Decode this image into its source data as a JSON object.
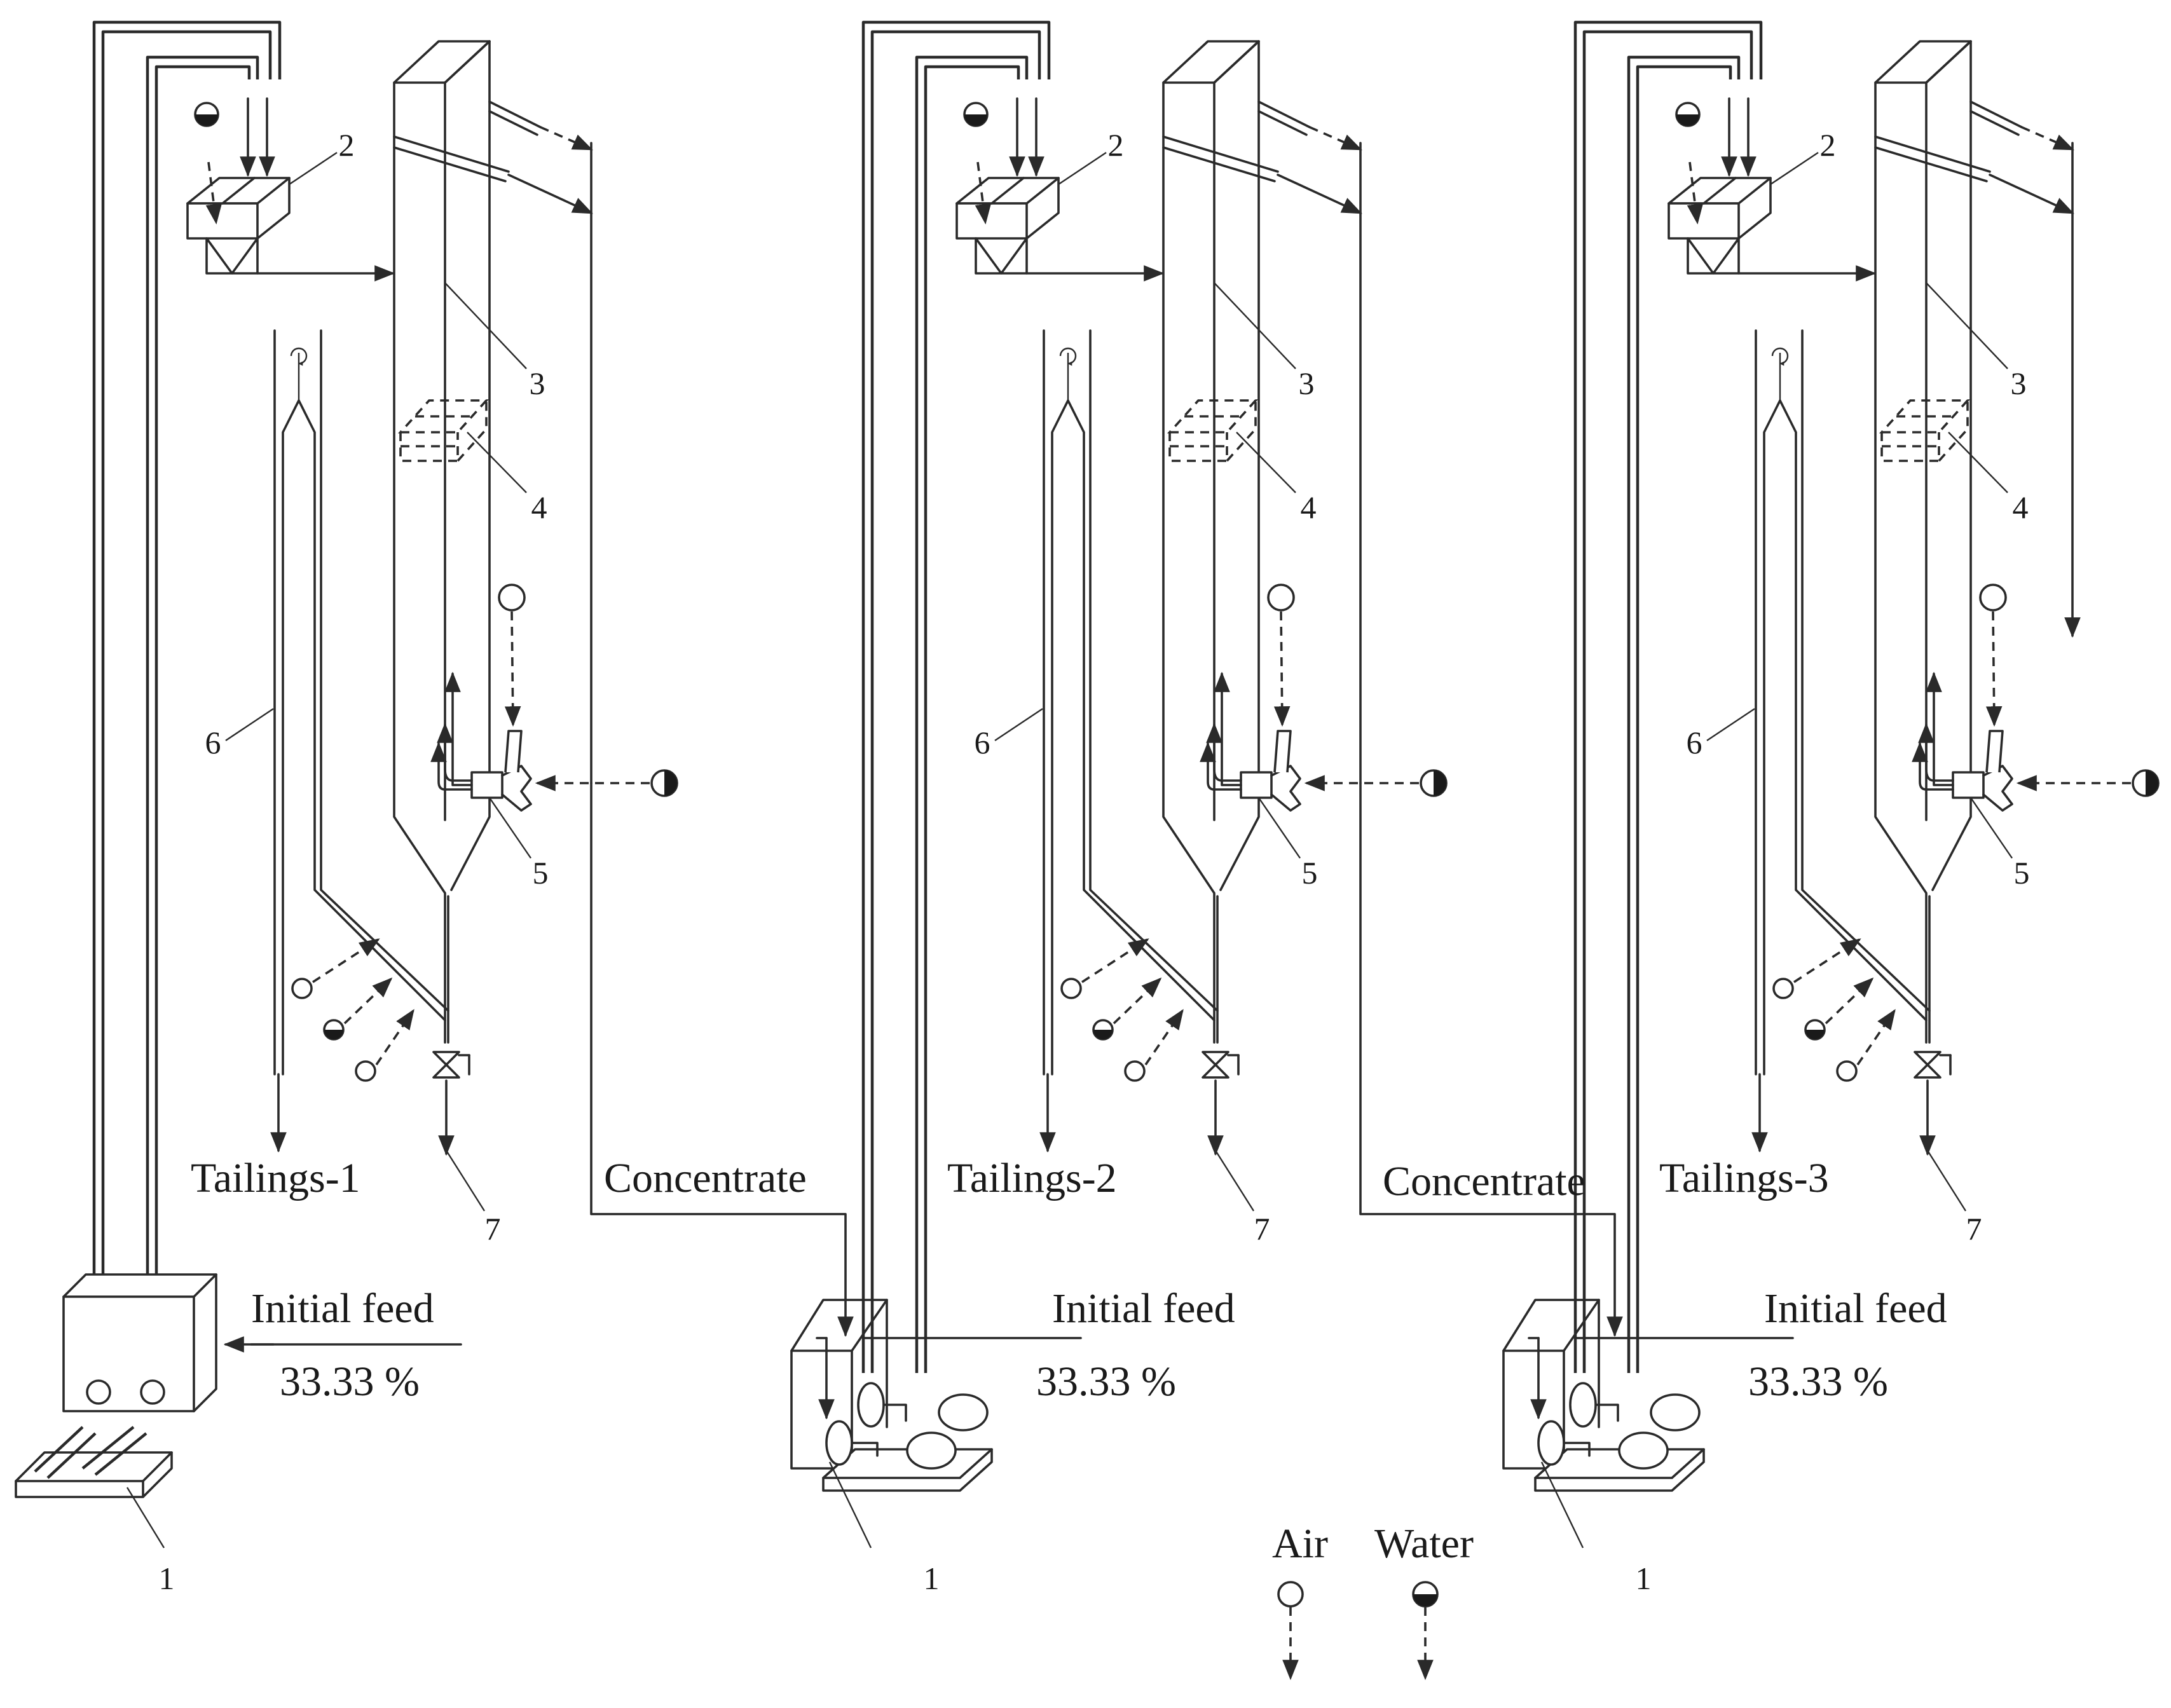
{
  "labels": {
    "tailings": [
      "Tailings-1",
      "Tailings-2",
      "Tailings-3"
    ],
    "concentrate": [
      "Concentrate",
      "Concentrate"
    ],
    "initial_feed": [
      "Initial feed",
      "Initial feed",
      "Initial feed"
    ],
    "feed_percent": [
      "33.33 %",
      "33.33 %",
      "33.33 %"
    ]
  },
  "legend": {
    "air": "Air",
    "water": "Water"
  },
  "component_numbers": [
    "1",
    "2",
    "3",
    "4",
    "5",
    "6",
    "7"
  ]
}
